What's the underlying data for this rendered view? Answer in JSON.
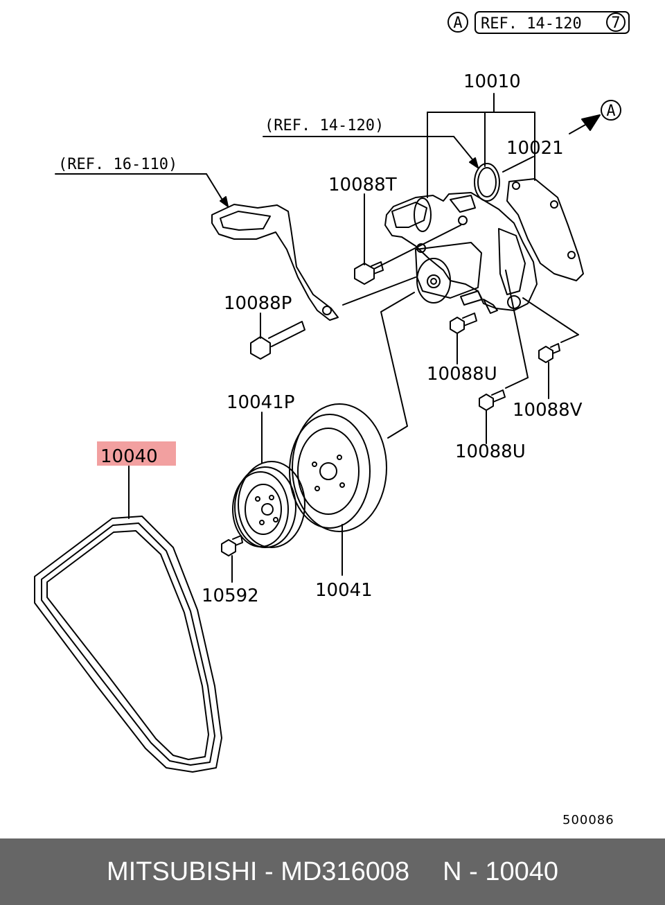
{
  "diagram": {
    "ref_top_marker": "A",
    "ref_top_text": "REF. 14-120",
    "ref_top_circle": "7",
    "ref_mid": "(REF. 14-120)",
    "ref_left": "(REF. 16-110)",
    "arrow_marker": "A",
    "figure_number": "500086",
    "highlight_color": "#f2a0a0",
    "part_labels": {
      "p10010": "10010",
      "p10021": "10021",
      "p10088T": "10088T",
      "p10088P": "10088P",
      "p10088U_a": "10088U",
      "p10088U_b": "10088U",
      "p10088V": "10088V",
      "p10041P": "10041P",
      "p10041": "10041",
      "p10040": "10040",
      "p10592": "10592"
    }
  },
  "footer": {
    "brand_part": "MITSUBISHI - MD316008",
    "ref_code": "N - 10040"
  }
}
